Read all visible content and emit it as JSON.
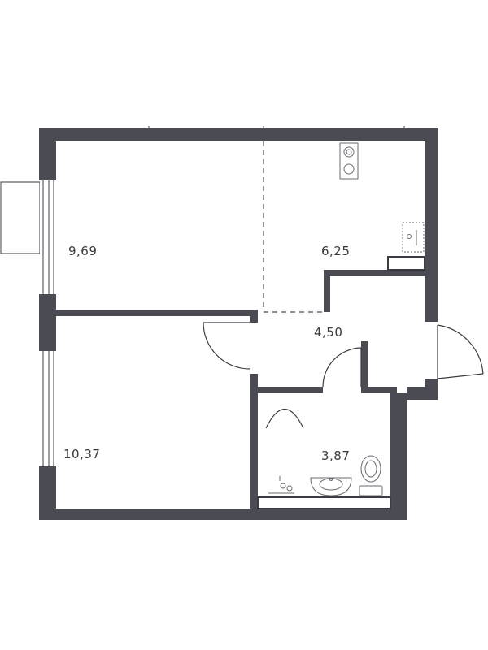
{
  "floorplan": {
    "colors": {
      "wall": "#4b4c53",
      "line": "#3b3c43",
      "fixture": "#6a6b72",
      "background": "#ffffff"
    },
    "rooms": [
      {
        "id": "room-1",
        "area": "9,69"
      },
      {
        "id": "kitchen",
        "area": "6,25"
      },
      {
        "id": "hallway",
        "area": "4,50"
      },
      {
        "id": "room-2",
        "area": "10,37"
      },
      {
        "id": "bathroom",
        "area": "3,87"
      }
    ]
  }
}
